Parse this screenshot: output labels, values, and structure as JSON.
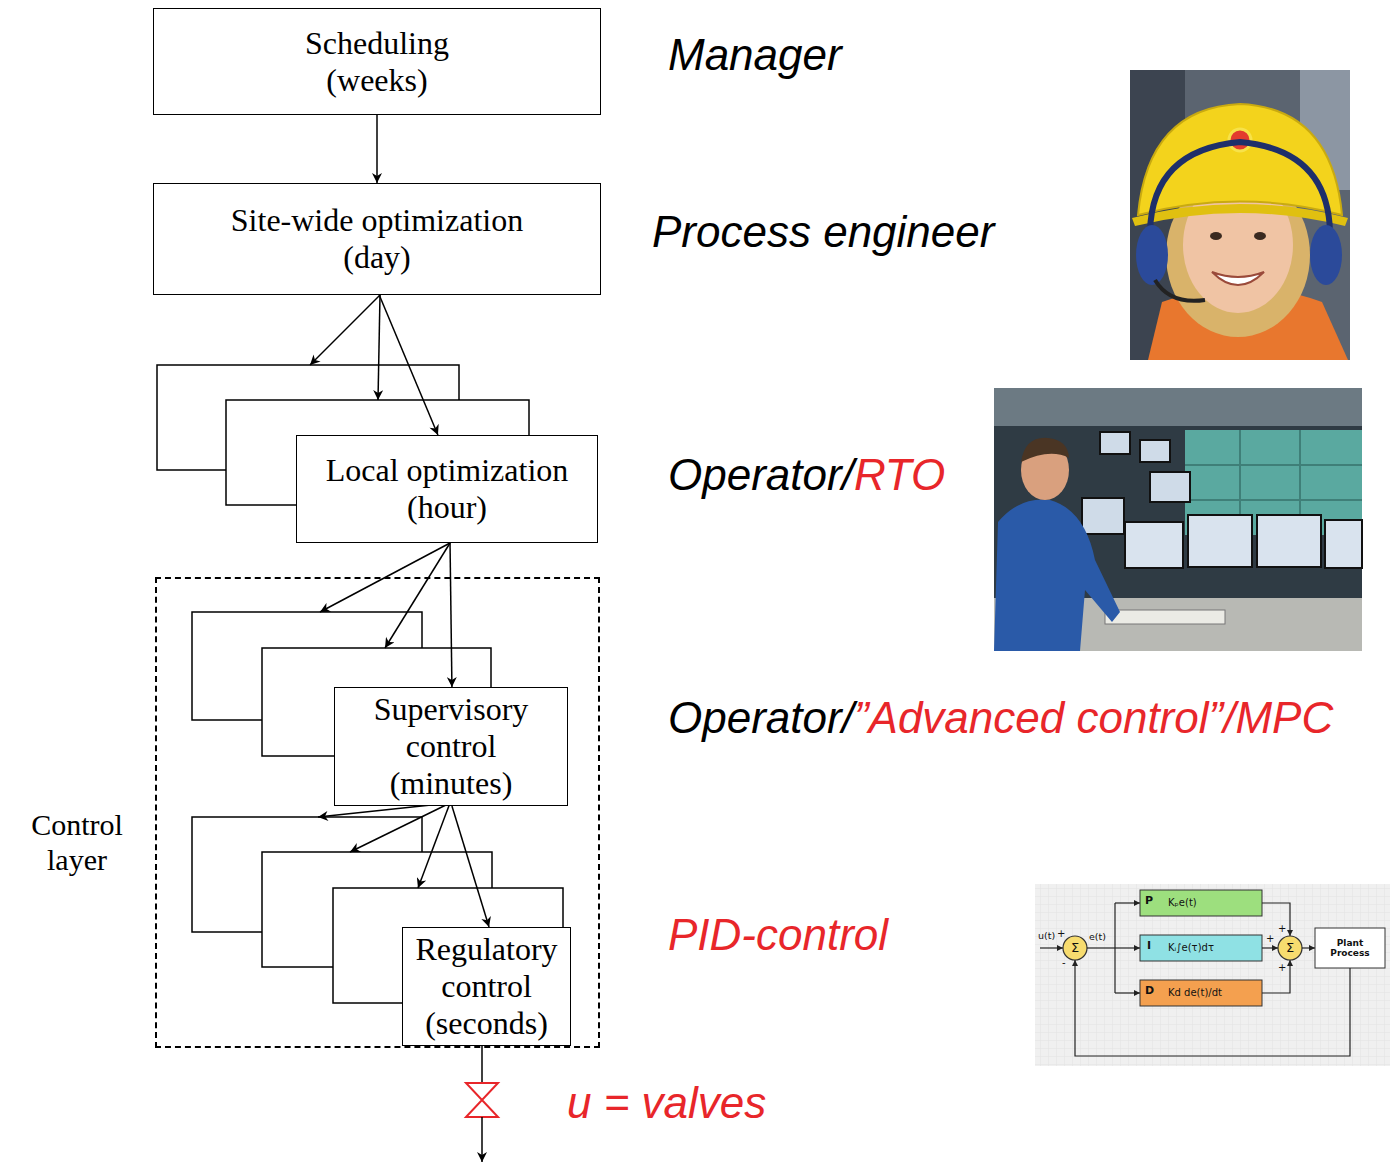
{
  "diagram": {
    "nodes": [
      {
        "text": [
          "Scheduling (weeks)"
        ]
      },
      {
        "text": [
          "Site-wide optimization (day)"
        ]
      },
      {
        "text": [
          "Local optimization (hour)"
        ]
      },
      {
        "text": [
          "Control layer"
        ]
      },
      {
        "text": [
          "Supervisory control (minutes)"
        ],
        "in": 3
      },
      {
        "text": [
          "Regulatory control (seconds)"
        ],
        "in": 3
      }
    ],
    "edges": [
      {
        "from": 0,
        "to": 1,
        "arrow": "to"
      },
      {
        "from": 1,
        "to": 2,
        "arrow": "to"
      },
      {
        "from": 2,
        "to": 4,
        "arrow": "to"
      },
      {
        "from": 4,
        "to": 5,
        "arrow": "to"
      }
    ],
    "labels": [
      "Manager",
      "Process engineer",
      "Operator/",
      "RTO",
      "Operator/",
      "”Advanced control”/MPC",
      "PID-control",
      "u = valves",
      "u(t)",
      "+",
      "-",
      "Σ",
      "e(t)",
      "P",
      "Kₚe(t)",
      "I",
      "Kᵢ∫e(τ)dτ",
      "D",
      "Kd de(t)/dt",
      "+",
      "+",
      "+",
      "Σ",
      "Plant Process"
    ]
  }
}
